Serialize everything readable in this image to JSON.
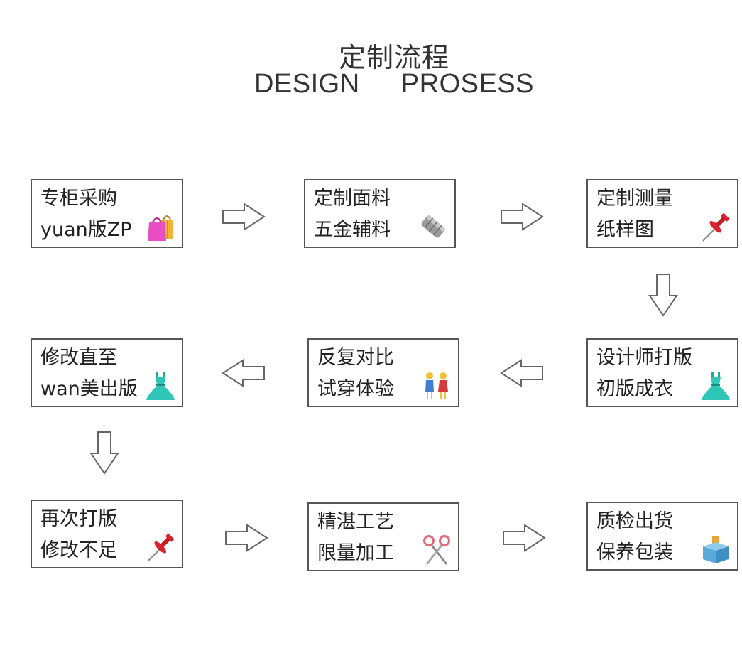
{
  "header": {
    "title_cn": "定制流程",
    "title_en": "DESIGN  PROSESS"
  },
  "steps": [
    {
      "line1": "专柜采购",
      "line2": "yuan版ZP",
      "icon": "shopping-bags-icon"
    },
    {
      "line1": "定制面料",
      "line2": "五金辅料",
      "icon": "fabric-roll-icon"
    },
    {
      "line1": "定制测量",
      "line2": "纸样图",
      "icon": "pushpin-icon"
    },
    {
      "line1": "设计师打版",
      "line2": "初版成衣",
      "icon": "dress-icon"
    },
    {
      "line1": "反复对比",
      "line2": "试穿体验",
      "icon": "two-women-icon"
    },
    {
      "line1": "修改直至",
      "line2": "wan美出版",
      "icon": "dress-icon"
    },
    {
      "line1": "再次打版",
      "line2": "修改不足",
      "icon": "pushpin-icon"
    },
    {
      "line1": "精湛工艺",
      "line2": "限量加工",
      "icon": "scissors-icon"
    },
    {
      "line1": "质检出货",
      "line2": "保养包装",
      "icon": "package-box-icon"
    }
  ],
  "colors": {
    "border": "#555555",
    "text": "#222222",
    "pin_red": "#d9232e",
    "dress_teal": "#2fc6b8",
    "bag_pink": "#e84fc4",
    "bag_yellow": "#f2b33a",
    "box_blue": "#5aa9d8"
  }
}
